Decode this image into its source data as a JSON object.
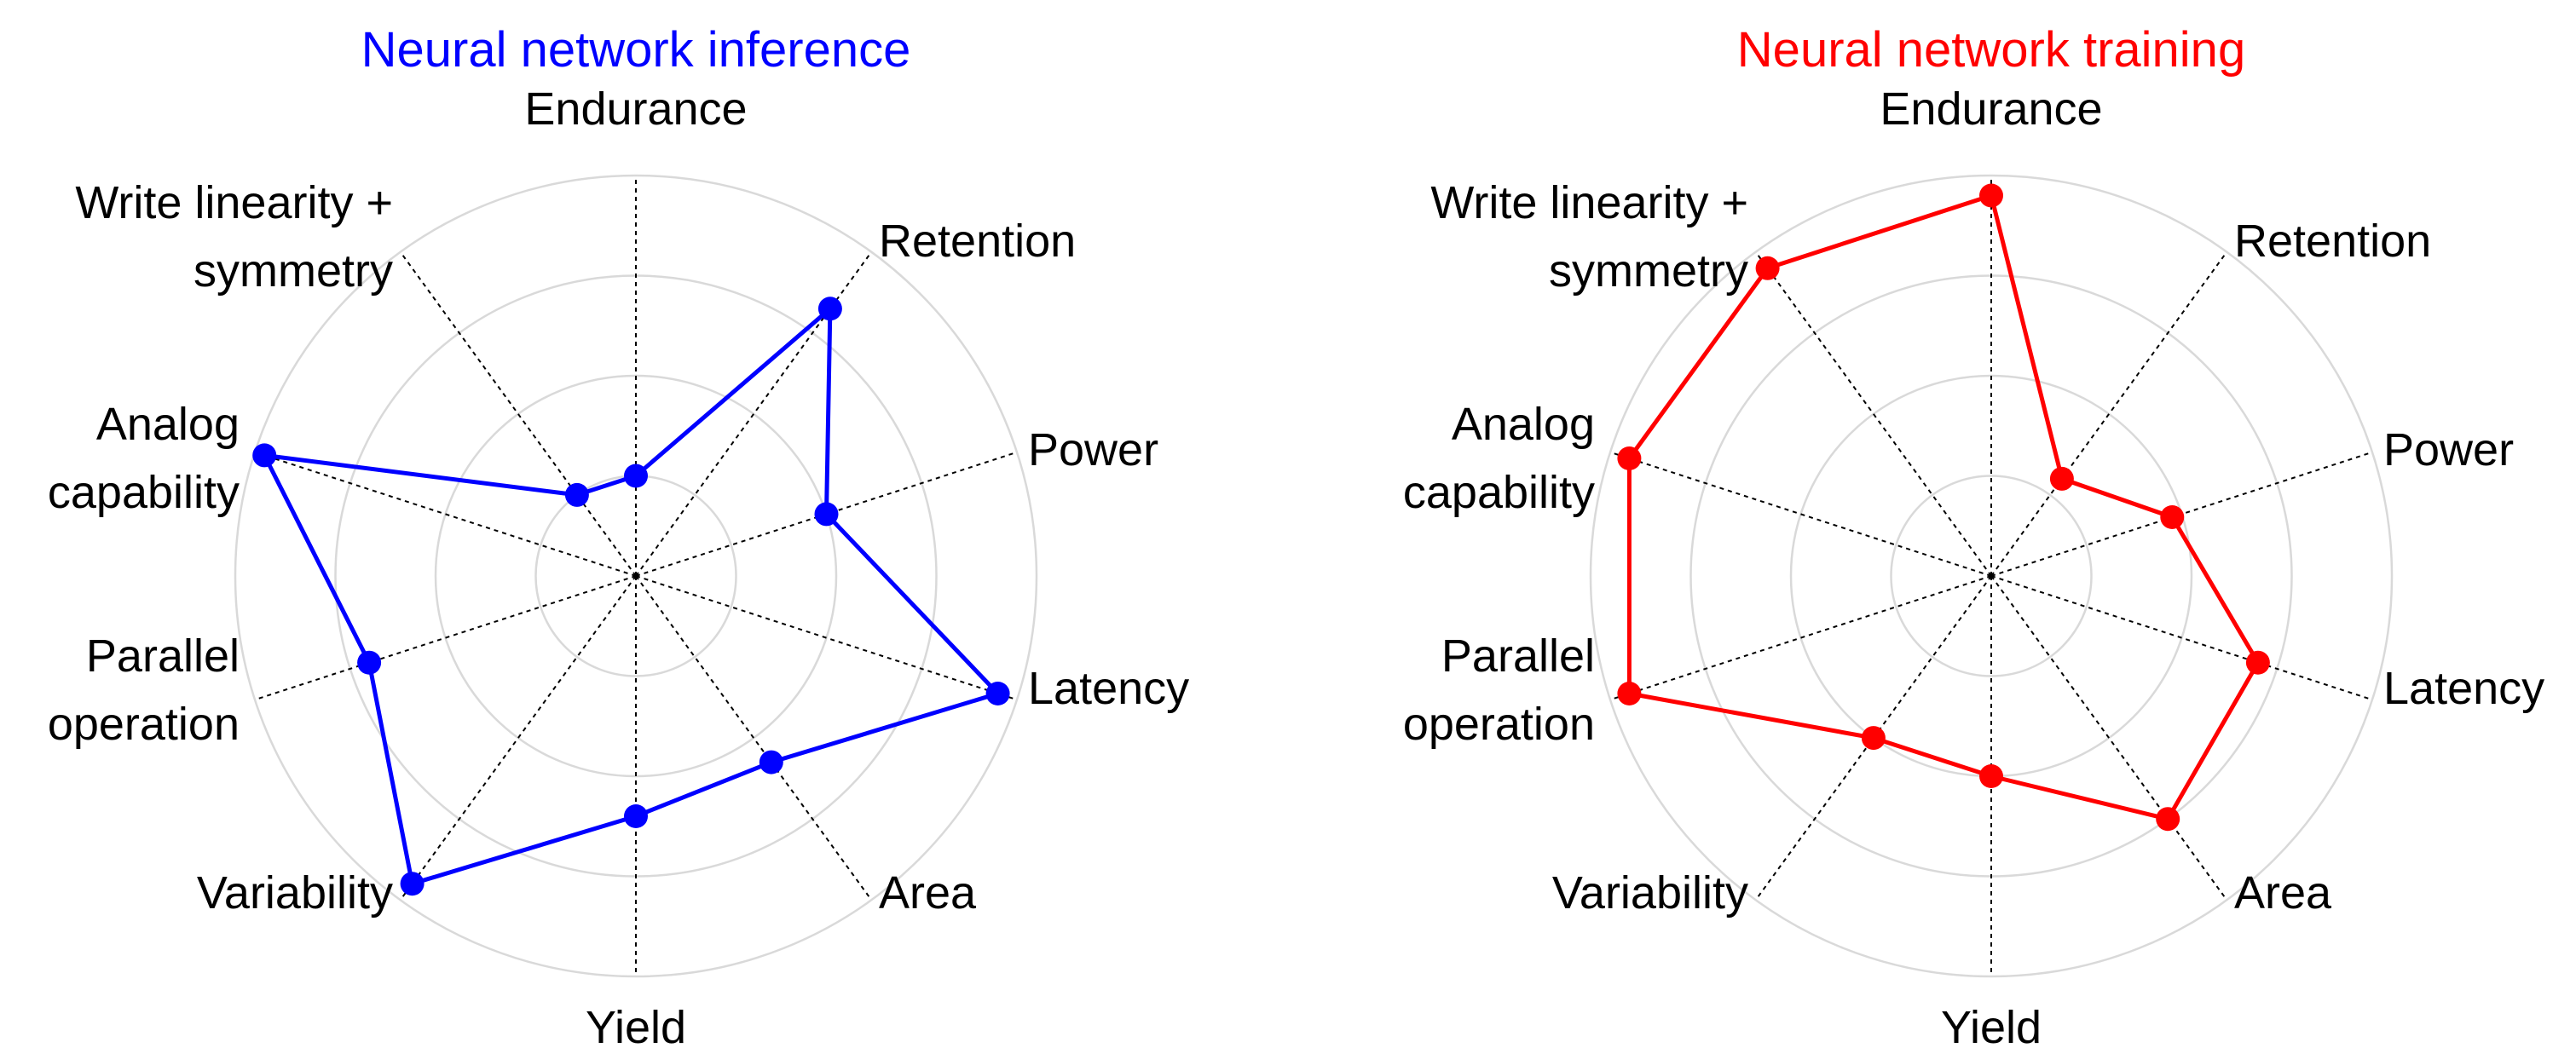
{
  "colors": {
    "inference": "#0000ff",
    "training": "#ff0000"
  },
  "chart_data": [
    {
      "type": "radar",
      "title": "Neural network inference",
      "title_color": "#0000ff",
      "axes": [
        "Endurance",
        "Retention",
        "Power",
        "Latency",
        "Area",
        "Yield",
        "Variability",
        "Parallel operation",
        "Analog capability",
        "Write linearity + symmetry"
      ],
      "axis_label_lines": [
        [
          "Endurance"
        ],
        [
          "Retention"
        ],
        [
          "Power"
        ],
        [
          "Latency"
        ],
        [
          "Area"
        ],
        [
          "Yield"
        ],
        [
          "Variability"
        ],
        [
          "Parallel",
          "operation"
        ],
        [
          "Analog",
          "capability"
        ],
        [
          "Write linearity +",
          "symmetry"
        ]
      ],
      "rings": 4,
      "range": [
        0,
        4
      ],
      "grid": true,
      "series": [
        {
          "color": "#0000ff",
          "values": [
            1.0,
            3.3,
            2.0,
            3.8,
            2.3,
            2.4,
            3.8,
            2.8,
            3.9,
            1.0
          ]
        }
      ]
    },
    {
      "type": "radar",
      "title": "Neural network training",
      "title_color": "#ff0000",
      "axes": [
        "Endurance",
        "Retention",
        "Power",
        "Latency",
        "Area",
        "Yield",
        "Variability",
        "Parallel operation",
        "Analog capability",
        "Write linearity + symmetry"
      ],
      "axis_label_lines": [
        [
          "Endurance"
        ],
        [
          "Retention"
        ],
        [
          "Power"
        ],
        [
          "Latency"
        ],
        [
          "Area"
        ],
        [
          "Yield"
        ],
        [
          "Variability"
        ],
        [
          "Parallel",
          "operation"
        ],
        [
          "Analog",
          "capability"
        ],
        [
          "Write linearity +",
          "symmetry"
        ]
      ],
      "rings": 4,
      "range": [
        0,
        4
      ],
      "grid": true,
      "series": [
        {
          "color": "#ff0000",
          "values": [
            3.8,
            1.2,
            1.9,
            2.8,
            3.0,
            2.0,
            2.0,
            3.8,
            3.8,
            3.8
          ]
        }
      ]
    }
  ]
}
